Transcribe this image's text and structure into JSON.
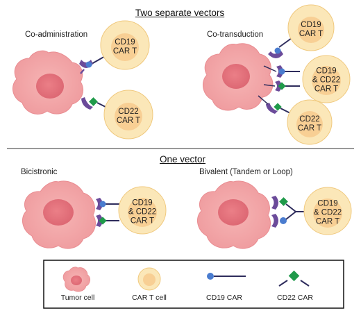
{
  "sections": {
    "two_vectors": "Two separate vectors",
    "one_vector": "One vector"
  },
  "panels": {
    "coadmin": {
      "title": "Co-administration",
      "cell1": "CD19\nCAR T",
      "cell2": "CD22\nCAR T"
    },
    "cotrans": {
      "title": "Co-transduction",
      "cell1": "CD19\nCAR T",
      "cell2": "CD19\n& CD22\nCAR T",
      "cell3": "CD22\nCAR T"
    },
    "bicistronic": {
      "title": "Bicistronic",
      "cell1": "CD19\n& CD22\nCAR T"
    },
    "bivalent": {
      "title": "Bivalent (Tandem or Loop)",
      "cell1": "CD19\n& CD22\nCAR T"
    }
  },
  "legend": {
    "tumor": "Tumor cell",
    "cart": "CAR T cell",
    "cd19": "CD19 CAR",
    "cd22": "CD22 CAR"
  },
  "colors": {
    "tumor": "#f0a0a2",
    "tumor_nucleus": "#e06e78",
    "cart_outer": "#fbe7b8",
    "cart_inner": "#f8cf94",
    "cd19_car": "#4a7ccf",
    "cd22_car": "#1f9a4a",
    "antigen": "#6b4b9a",
    "stalk": "#2e2c5c"
  }
}
